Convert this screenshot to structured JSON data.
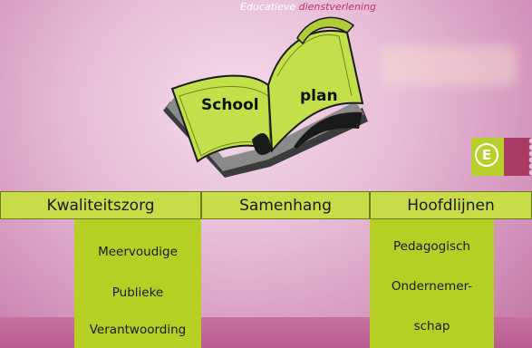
{
  "brand": {
    "prefix": "Educatieve ",
    "accent": "dienstverlening"
  },
  "book": {
    "left_word": "School",
    "right_word": "plan",
    "icon": "open-book-icon"
  },
  "badge": {
    "icon": "e-circle-icon",
    "glyph": "E",
    "color": "#b8cf2c"
  },
  "tabs": [
    {
      "label": "Kwaliteitszorg"
    },
    {
      "label": "Samenhang"
    },
    {
      "label": "Hoofdlijnen"
    }
  ],
  "kwaliteitszorg_items": [
    "Meervoudige",
    "Publieke",
    "Verantwoording"
  ],
  "hoofdlijnen_items": [
    "Pedagogisch",
    "Ondernemer-",
    "schap"
  ],
  "colors": {
    "accent_green": "#c8dc47",
    "column_green": "#b6cf25",
    "brand_pink": "#c0306e"
  }
}
